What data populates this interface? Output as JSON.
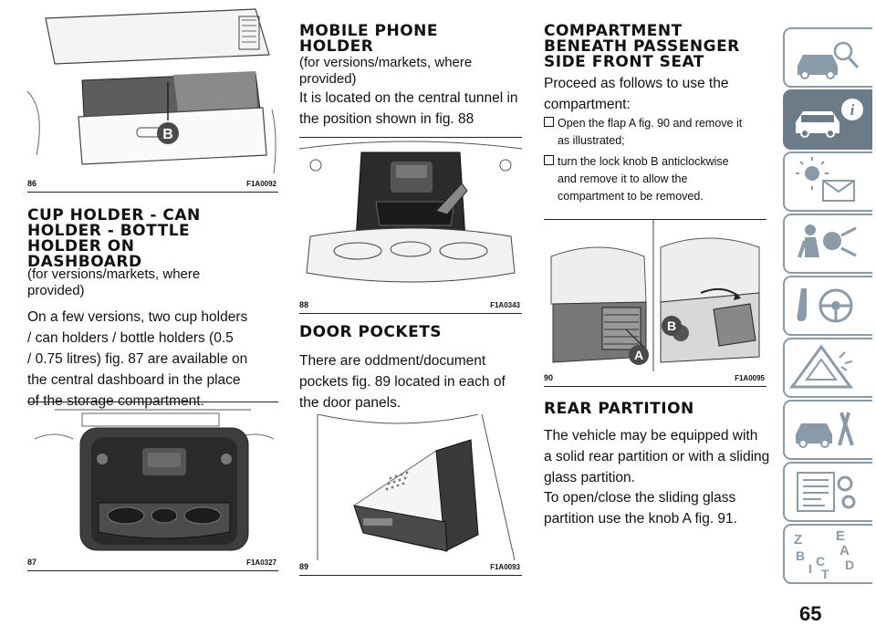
{
  "col1": {
    "fig86": {
      "num": "86",
      "code": "F1A0092",
      "callout": "B"
    },
    "heading": [
      "CUP HOLDER - CAN",
      "HOLDER - BOTTLE",
      "HOLDER ON",
      "DASHBOARD"
    ],
    "sub": [
      "(for versions/markets, where",
      "provided)"
    ],
    "body": [
      "On a few versions, two cup holders",
      "/ can holders / bottle holders (0.5",
      "/ 0.75 litres) fig. 87 are available on",
      "the central dashboard in the place",
      "of the storage compartment."
    ],
    "fig87": {
      "num": "87",
      "code": "F1A0327"
    }
  },
  "col2": {
    "heading": [
      "MOBILE PHONE",
      "HOLDER"
    ],
    "sub": [
      "(for versions/markets, where",
      "provided)"
    ],
    "body": [
      "It is located on the central tunnel in",
      "the position shown in fig. 88"
    ],
    "fig88": {
      "num": "88",
      "code": "F1A0343"
    },
    "heading2": "DOOR POCKETS",
    "body2": [
      "There are oddment/document",
      "pockets fig. 89 located in each of",
      "the door panels."
    ],
    "fig89": {
      "num": "89",
      "code": "F1A0093"
    }
  },
  "col3": {
    "heading": [
      "COMPARTMENT",
      "BENEATH PASSENGER",
      "SIDE FRONT SEAT"
    ],
    "body": [
      "Proceed as follows to use the",
      "compartment:"
    ],
    "bullets": [
      [
        "Open the flap A fig. 90 and remove it",
        "as illustrated;"
      ],
      [
        "turn the lock knob B anticlockwise",
        "and remove it to allow the",
        "compartment to be removed."
      ]
    ],
    "fig90": {
      "num": "90",
      "code": "F1A0095",
      "callout_a": "A",
      "callout_b": "B"
    },
    "heading2": "REAR PARTITION",
    "body2": [
      "The vehicle may be equipped with",
      "a solid rear partition or with a sliding",
      "glass partition."
    ],
    "body3": [
      "To open/close the sliding glass",
      "partition use the knob A fig. 91."
    ]
  },
  "sidebar": {
    "tabs": [
      {
        "icon": "car-magnifier-icon",
        "active": false
      },
      {
        "icon": "car-info-icon",
        "active": true,
        "glyph": "i"
      },
      {
        "icon": "warning-lights-icon",
        "active": false
      },
      {
        "icon": "airbag-safety-icon",
        "active": false
      },
      {
        "icon": "steering-wheel-icon",
        "active": false
      },
      {
        "icon": "warning-triangle-icon",
        "active": false
      },
      {
        "icon": "car-service-icon",
        "active": false
      },
      {
        "icon": "specs-list-icon",
        "active": false
      },
      {
        "icon": "alphabet-index-icon",
        "active": false,
        "letters": [
          "Z",
          "E",
          "A",
          "B",
          "C",
          "D",
          "T",
          "I"
        ]
      }
    ]
  },
  "page_number": "65",
  "colors": {
    "tab_border": "#8a9aa6",
    "tab_active": "#6b7c88",
    "callout_bg": "#4a4a4a"
  }
}
